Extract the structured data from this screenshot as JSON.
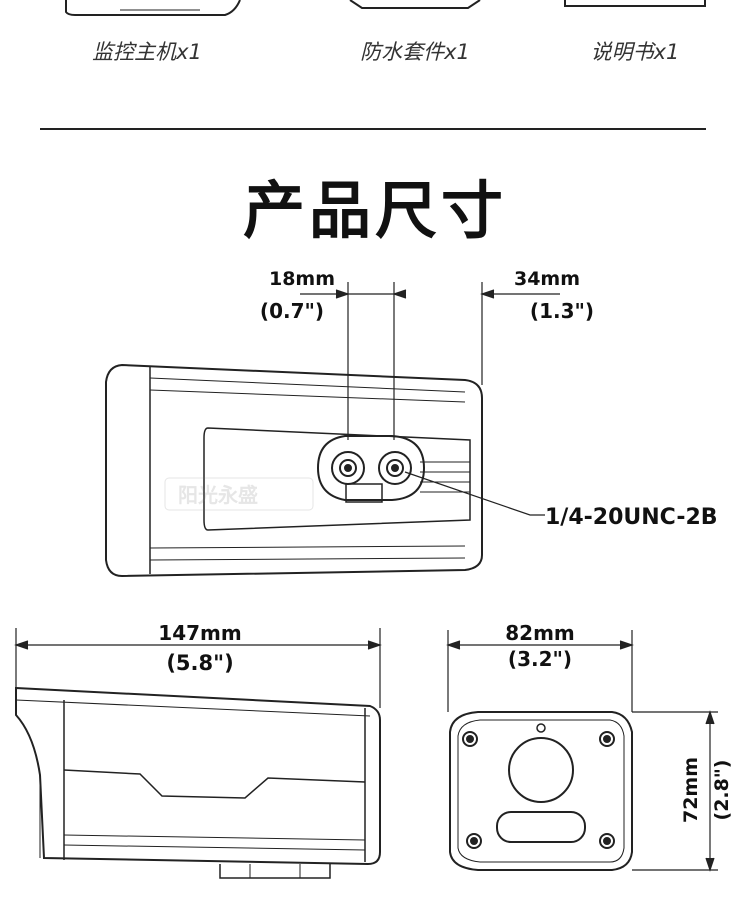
{
  "accessories": [
    {
      "label": "监控主机x1"
    },
    {
      "label": "防水套件x1"
    },
    {
      "label": "说明书x1"
    }
  ],
  "section_title": "产品尺寸",
  "dimensions": {
    "offset_left": {
      "mm": "18mm",
      "inch": "(0.7\")"
    },
    "offset_right": {
      "mm": "34mm",
      "inch": "(1.3\")"
    },
    "thread": "1/4-20UNC-2B",
    "length": {
      "mm": "147mm",
      "inch": "(5.8\")"
    },
    "width": {
      "mm": "82mm",
      "inch": "(3.2\")"
    },
    "height": {
      "mm": "72mm",
      "inch": "(2.8\")"
    }
  },
  "watermark": {
    "brand": "阳光永盛"
  }
}
